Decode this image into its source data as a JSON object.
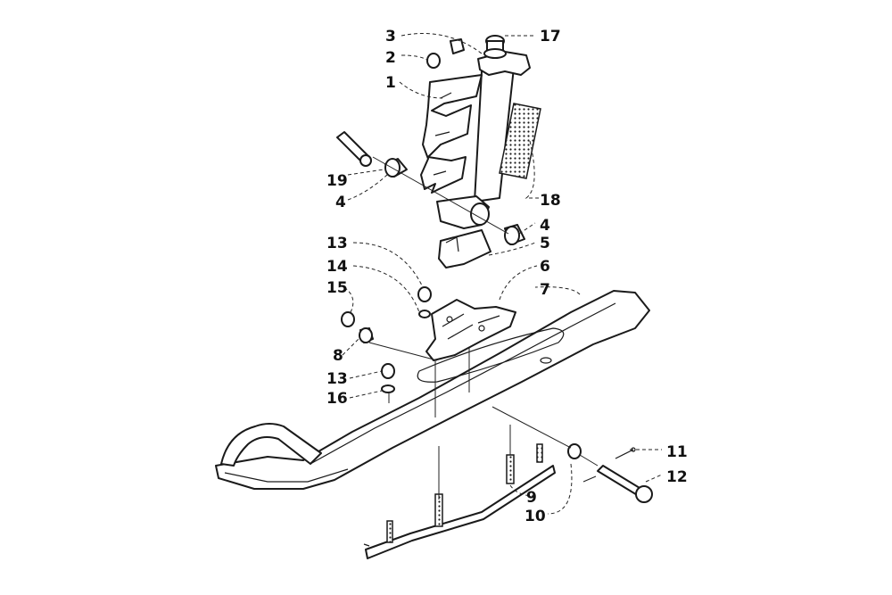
{
  "labels": {
    "p1": "1",
    "p2": "2",
    "p3": "3",
    "p4a": "4",
    "p4b": "4",
    "p5": "5",
    "p6": "6",
    "p7": "7",
    "p8": "8",
    "p9": "9",
    "p10": "10",
    "p11": "11",
    "p12": "12",
    "p13a": "13",
    "p13b": "13",
    "p14": "14",
    "p15": "15",
    "p16": "16",
    "p17": "17",
    "p18": "18",
    "p19": "19"
  },
  "colors": {
    "line": "#1a1a1a",
    "background": "#ffffff"
  }
}
